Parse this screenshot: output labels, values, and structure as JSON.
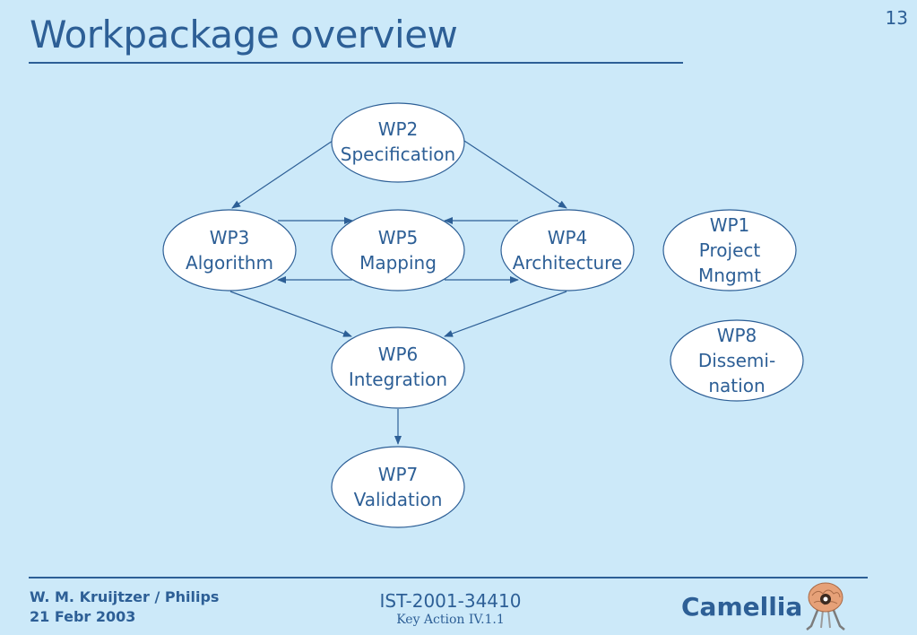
{
  "slide": {
    "number": "13",
    "title": "Workpackage overview"
  },
  "diagram": {
    "nodes": [
      {
        "id": "wp2",
        "lines": [
          "WP2",
          "Specification"
        ]
      },
      {
        "id": "wp3",
        "lines": [
          "WP3",
          "Algorithm"
        ]
      },
      {
        "id": "wp5",
        "lines": [
          "WP5",
          "Mapping"
        ]
      },
      {
        "id": "wp4",
        "lines": [
          "WP4",
          "Architecture"
        ]
      },
      {
        "id": "wp1",
        "lines": [
          "WP1",
          "Project",
          "Mngmt"
        ]
      },
      {
        "id": "wp6",
        "lines": [
          "WP6",
          "Integration"
        ]
      },
      {
        "id": "wp8",
        "lines": [
          "WP8",
          "Dissemi-",
          "nation"
        ]
      },
      {
        "id": "wp7",
        "lines": [
          "WP7",
          "Validation"
        ]
      }
    ],
    "edges": [
      {
        "from": "wp2",
        "to": "wp3"
      },
      {
        "from": "wp2",
        "to": "wp4"
      },
      {
        "from": "wp3",
        "to": "wp5"
      },
      {
        "from": "wp4",
        "to": "wp5"
      },
      {
        "from": "wp5",
        "to": "wp3"
      },
      {
        "from": "wp5",
        "to": "wp4"
      },
      {
        "from": "wp3",
        "to": "wp6"
      },
      {
        "from": "wp4",
        "to": "wp6"
      },
      {
        "from": "wp6",
        "to": "wp7"
      }
    ]
  },
  "footer": {
    "author": "W. M. Kruijtzer / Philips",
    "date": "21 Febr 2003",
    "project_code": "IST-2001-34410",
    "key_action": "Key Action IV.1.1",
    "brand": "Camellia",
    "logo_icon": "camellia-robot-logo-icon"
  },
  "colors": {
    "background": "#cce9f9",
    "accent": "#2d5f96",
    "node_fill": "#ffffff"
  }
}
